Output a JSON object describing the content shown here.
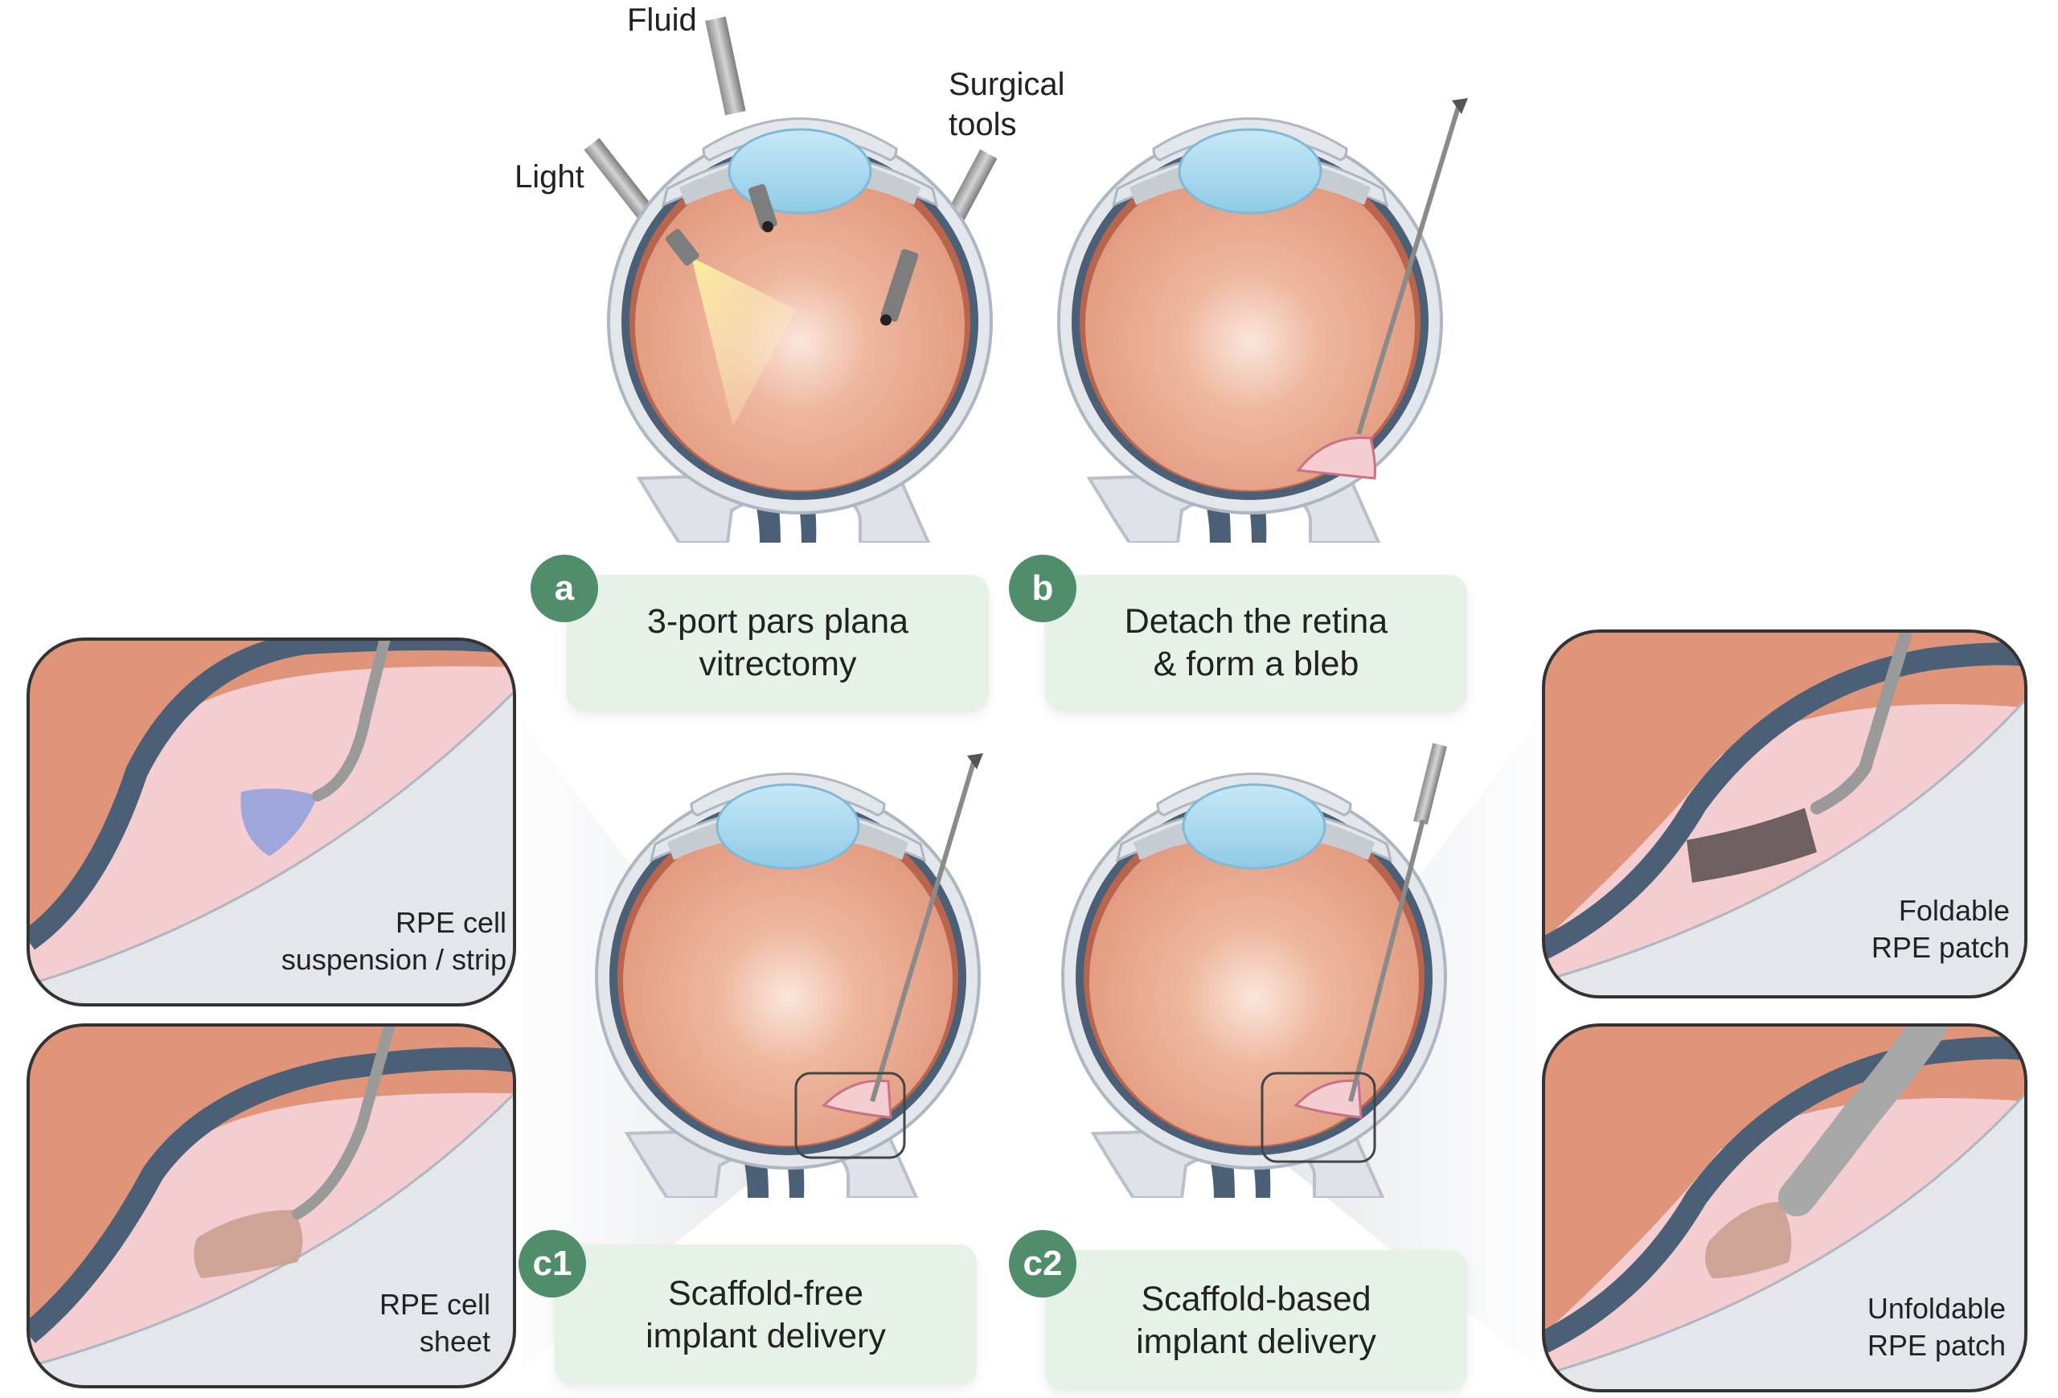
{
  "colors": {
    "retina": "#e0957a",
    "choroid": "#4b5f77",
    "sclera": "#dfe3e9",
    "lens": "#9fd4ec",
    "bleb": "#f4cdd0",
    "label_bg": "#e6f1e7",
    "badge": "#4f8d6b"
  },
  "panel_a": {
    "badge": "a",
    "line1": "3-port pars plana",
    "line2": "vitrectomy",
    "tools": {
      "fluid": "Fluid",
      "light": "Light",
      "surgical1": "Surgical",
      "surgical2": "tools"
    }
  },
  "panel_b": {
    "badge": "b",
    "line1": "Detach the retina",
    "line2": "& form a bleb"
  },
  "panel_c1": {
    "badge": "c1",
    "line1": "Scaffold-free",
    "line2": "implant delivery",
    "insets": [
      {
        "line1": "RPE cell",
        "line2": "suspension / strip"
      },
      {
        "line1": "RPE cell",
        "line2": "sheet"
      }
    ]
  },
  "panel_c2": {
    "badge": "c2",
    "line1": "Scaffold-based",
    "line2": "implant delivery",
    "insets": [
      {
        "line1": "Foldable",
        "line2": "RPE patch"
      },
      {
        "line1": "Unfoldable",
        "line2": "RPE patch"
      }
    ]
  }
}
